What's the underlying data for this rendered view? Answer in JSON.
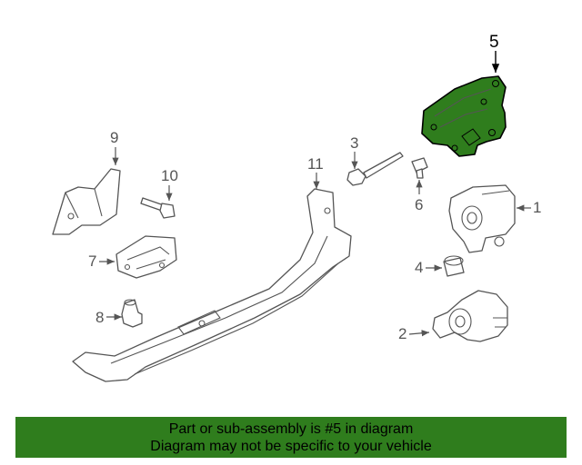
{
  "callouts": {
    "c1": "1",
    "c2": "2",
    "c3": "3",
    "c4": "4",
    "c5": "5",
    "c6": "6",
    "c7": "7",
    "c8": "8",
    "c9": "9",
    "c10": "10",
    "c11": "11"
  },
  "highlight_color": "#2f7d1d",
  "footer": {
    "line1": "Part or sub-assembly is #5 in diagram",
    "line2": "Diagram may not be specific to your vehicle"
  }
}
